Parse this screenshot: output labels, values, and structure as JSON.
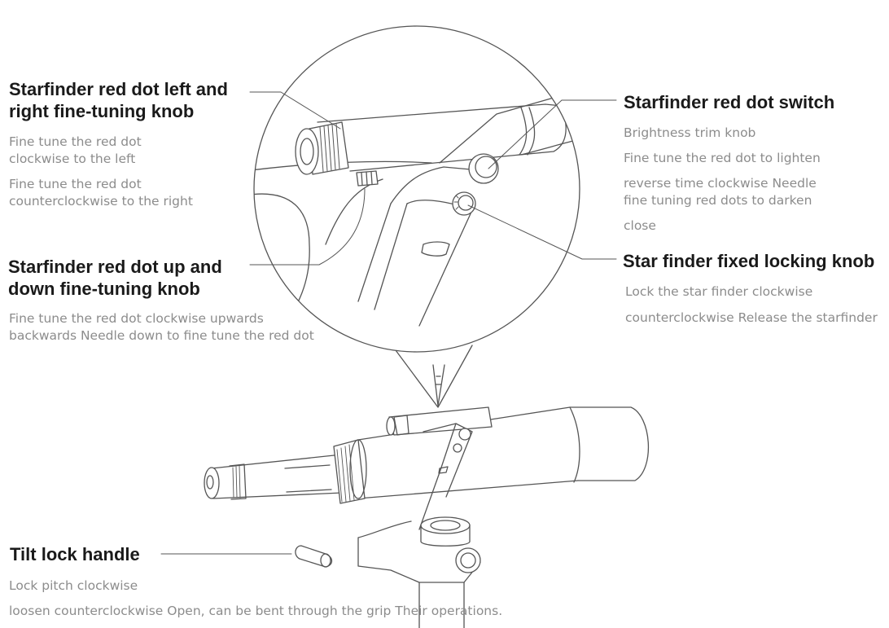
{
  "callouts": {
    "lr_knob": {
      "title": [
        "Starfinder red dot left and",
        "right fine-tuning knob"
      ],
      "desc": [
        "Fine tune the red dot",
        "clockwise to the left",
        "Fine tune the red dot",
        "counterclockwise to the right"
      ]
    },
    "ud_knob": {
      "title": [
        "Starfinder red dot up and",
        "down fine-tuning knob"
      ],
      "desc": [
        "Fine tune the red dot clockwise upwards",
        "backwards Needle down to fine tune the red dot"
      ]
    },
    "switch": {
      "title": "Starfinder red dot switch",
      "desc": [
        "Brightness trim knob",
        "Fine tune the red dot to lighten",
        "reverse time clockwise Needle",
        "fine tuning red dots to darken",
        "close"
      ]
    },
    "lock_knob": {
      "title": "Star finder fixed locking knob",
      "desc": [
        "Lock the star finder clockwise",
        "counterclockwise Release the starfinder"
      ]
    },
    "tilt": {
      "title": "Tilt lock handle",
      "desc": [
        "Lock pitch clockwise",
        "loosen counterclockwise Open, can be bent through the grip Their operations."
      ]
    }
  },
  "colors": {
    "line": "#555555",
    "title": "#1a1a1a",
    "desc": "#8c8c8c"
  }
}
